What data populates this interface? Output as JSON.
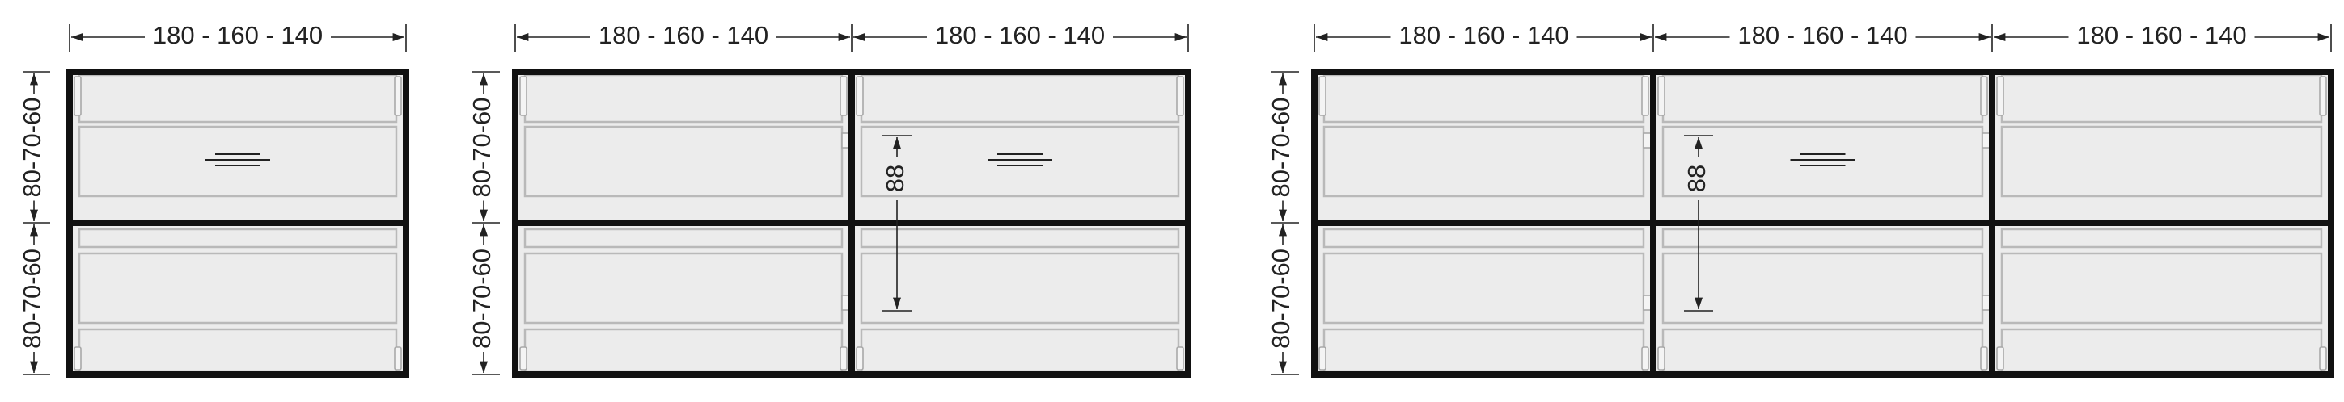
{
  "colors": {
    "panel": "#ececec",
    "frame": "#111111",
    "rail": "#b9b9b9",
    "dimension": "#222222"
  },
  "units": [
    {
      "widths": [
        "180 - 160 - 140"
      ],
      "heights": [
        "80-70-60",
        "80-70-60"
      ],
      "inner": ""
    },
    {
      "widths": [
        "180 - 160 - 140",
        "180 - 160 - 140"
      ],
      "heights": [
        "80-70-60",
        "80-70-60"
      ],
      "inner": "88"
    },
    {
      "widths": [
        "180 - 160 - 140",
        "180 - 160 - 140",
        "180 - 160 - 140"
      ],
      "heights": [
        "80-70-60",
        "80-70-60"
      ],
      "inner": "88"
    }
  ]
}
